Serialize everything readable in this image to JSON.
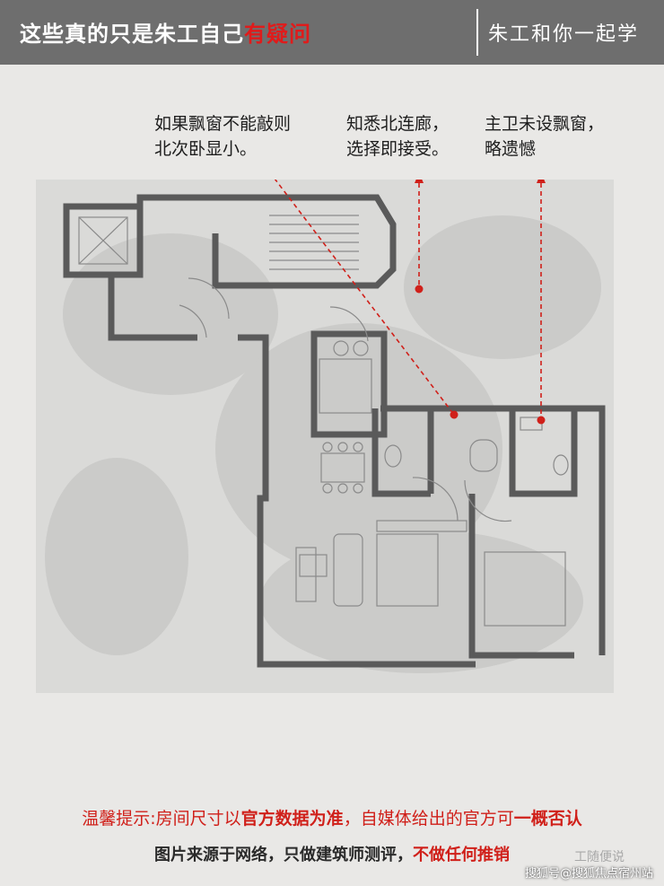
{
  "header": {
    "title_prefix": "这些真的只是朱工自己",
    "title_highlight": "有疑问",
    "brand": "朱工和你一起学"
  },
  "annotations": [
    {
      "lines": [
        "如果飘窗不能敲则",
        "北次卧显小。"
      ]
    },
    {
      "lines": [
        "知悉北连廊，",
        "选择即接受。"
      ]
    },
    {
      "lines": [
        "主卫未设飘窗，",
        "略遗憾"
      ]
    }
  ],
  "colors": {
    "header_bg": "#6e6e6e",
    "accent_red": "#e01b1b",
    "arrow_red": "#d0201a",
    "wall": "#5a5a5a"
  },
  "notice": {
    "line1_a": "温馨提示:房间尺寸以",
    "line1_b": "官方数据为准",
    "line1_c": "，自媒体给出的官方可",
    "line1_d": "一概否认",
    "line2_a": "图片来源于网络，只做建筑师测评，",
    "line2_b": "不做任何推销"
  },
  "watermarks": {
    "faded": "工随便说",
    "bottom": "搜狐号@搜狐焦点宿州站"
  }
}
